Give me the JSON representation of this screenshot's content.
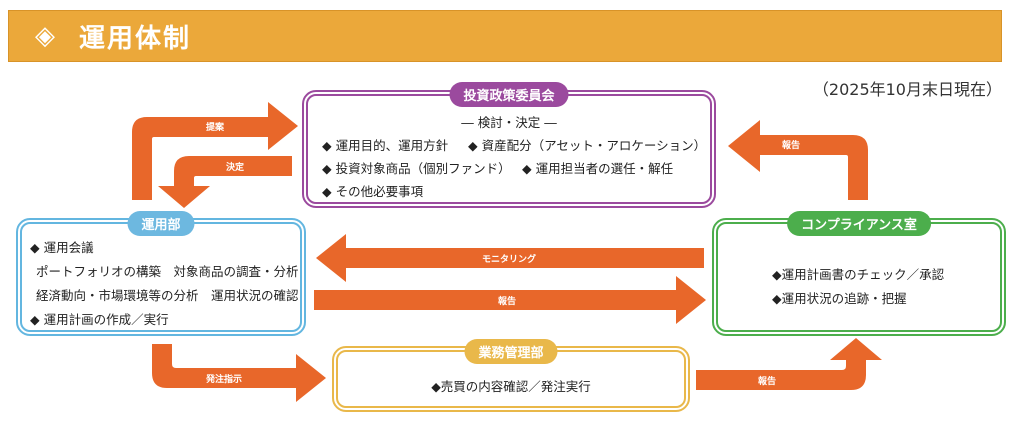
{
  "header": {
    "icon": "◈",
    "title": "運用体制"
  },
  "as_of": "（2025年10月末日現在）",
  "committee": {
    "title": "投資政策委員会",
    "subtitle": "― 検討・決定 ―",
    "items": [
      "◆ 運用目的、運用方針",
      "◆ 資産配分（アセット・アロケーション）",
      "◆ 投資対象商品（個別ファンド）",
      "◆ 運用担当者の選任・解任",
      "◆ その他必要事項"
    ]
  },
  "operations": {
    "title": "運用部",
    "lines": [
      "◆ 運用会議",
      "ポートフォリオの構築　対象商品の調査・分析",
      "経済動向・市場環境等の分析　運用状況の確認",
      "◆ 運用計画の作成／実行"
    ]
  },
  "compliance": {
    "title": "コンプライアンス室",
    "items": [
      "◆運用計画書のチェック／承認",
      "◆運用状況の追跡・把握"
    ]
  },
  "business": {
    "title": "業務管理部",
    "items": [
      "◆売買の内容確認／発注実行"
    ]
  },
  "arrows": {
    "proposal": "提案",
    "decision": "決定",
    "report_top_right": "報告",
    "monitoring": "モニタリング",
    "report_mid": "報告",
    "order": "発注指示",
    "report_bottom": "報告"
  },
  "colors": {
    "arrow": "#e8672a",
    "header": "#eba83a",
    "committee": "#9b4a9e",
    "operations": "#63b6e0",
    "compliance": "#4cae4c",
    "business": "#e9b84a"
  }
}
